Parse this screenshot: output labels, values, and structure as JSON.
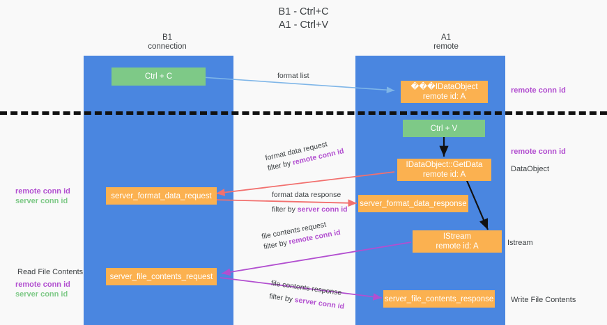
{
  "title": {
    "line1": "B1 - Ctrl+C",
    "line2": "A1 - Ctrl+V"
  },
  "lanes": [
    {
      "id": "b1",
      "heading_line1": "B1",
      "heading_line2": "connection"
    },
    {
      "id": "a1",
      "heading_line1": "A1",
      "heading_line2": "remote"
    }
  ],
  "nodes": {
    "ctrl_c": {
      "line1": "Ctrl + C",
      "line2": "",
      "color": "#7ec987"
    },
    "get_data_object": {
      "line1": "���IDataObject",
      "line2": "remote id: A",
      "color": "#fbb150"
    },
    "ctrl_v": {
      "line1": "Ctrl + V",
      "line2": "",
      "color": "#7ec987"
    },
    "idataobject_getdata": {
      "line1": "IDataObject::GetData",
      "line2": "remote id: A",
      "color": "#fbb150"
    },
    "server_format_data_request": {
      "line1": "server_format_data_request",
      "line2": "",
      "color": "#fbb150"
    },
    "server_format_data_response": {
      "line1": "server_format_data_response",
      "line2": "",
      "color": "#fbb150"
    },
    "istream": {
      "line1": "IStream",
      "line2": "remote id: A",
      "color": "#fbb150"
    },
    "server_file_contents_request": {
      "line1": "server_file_contents_request",
      "line2": "",
      "color": "#fbb150"
    },
    "server_file_contents_response": {
      "line1": "server_file_contents_response",
      "line2": "",
      "color": "#fbb150"
    }
  },
  "edge_labels": {
    "format_list": "format list",
    "format_data_request": "format data request",
    "format_data_request_filter_prefix": "filter by ",
    "format_data_request_filter_kw": "remote conn id",
    "format_data_response": "format data response",
    "format_data_response_filter_prefix": "filter by ",
    "format_data_response_filter_kw": "server conn id",
    "file_contents_request": "file contents request",
    "file_contents_request_filter_prefix": "filter by ",
    "file_contents_request_filter_kw": "remote conn id",
    "file_contents_response": "file contents response",
    "file_contents_response_filter_prefix": "filter by ",
    "file_contents_response_filter_kw": "server conn id"
  },
  "side_labels": {
    "right_remote_conn_id_top": "remote conn id",
    "right_remote_conn_id_mid": "remote conn id",
    "right_dataobject": "DataObject",
    "right_istream": "Istream",
    "right_write_file_contents": "Write File Contents",
    "left_remote_conn_id_mid": "remote conn id",
    "left_server_conn_id_mid": "server conn id",
    "left_read_file_contents": "Read File Contents",
    "left_remote_conn_id_bot": "remote conn id",
    "left_server_conn_id_bot": "server conn id"
  },
  "colors": {
    "lane": "#4a86e0",
    "green_node": "#7ec987",
    "orange_node": "#fbb150",
    "remote_keyword": "#b24fd0",
    "server_keyword": "#7ec987",
    "arrow_blue": "#7fb6e8",
    "arrow_red": "#f2706e",
    "arrow_black": "#111111",
    "arrow_purple": "#b24fd0",
    "arrow_magenta": "#d61f8f",
    "background": "#f9f9f9"
  }
}
